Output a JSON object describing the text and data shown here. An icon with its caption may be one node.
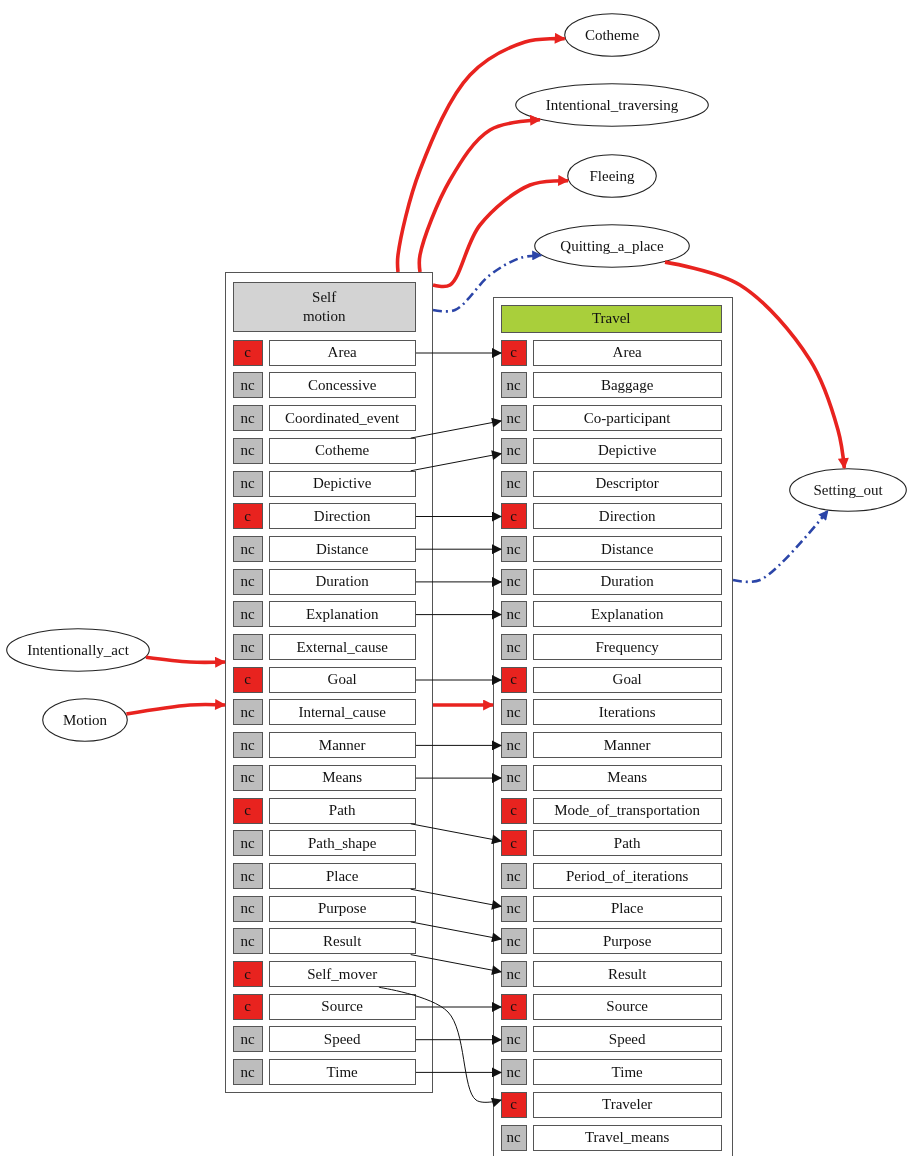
{
  "diagram": {
    "nodes": [
      {
        "text": [
          "Cotheme"
        ]
      },
      {
        "text": [
          "Intentional_traversing"
        ]
      },
      {
        "text": [
          "Fleeing"
        ]
      },
      {
        "text": [
          "Quitting_a_place"
        ]
      },
      {
        "text": [],
        "shape": "box"
      },
      {
        "text": [
          "Self motion"
        ],
        "in": 4
      },
      {
        "text": [
          "c"
        ],
        "in": 4
      },
      {
        "text": [
          "Area"
        ],
        "in": 4
      },
      {
        "text": [
          "nc"
        ],
        "in": 4
      },
      {
        "text": [
          "Concessive"
        ],
        "in": 4
      },
      {
        "text": [
          "nc"
        ],
        "in": 4
      },
      {
        "text": [
          "Coordinated_event"
        ],
        "in": 4
      },
      {
        "text": [
          "nc"
        ],
        "in": 4
      },
      {
        "text": [
          "Cotheme"
        ],
        "in": 4
      },
      {
        "text": [
          "nc"
        ],
        "in": 4
      },
      {
        "text": [
          "Depictive"
        ],
        "in": 4
      },
      {
        "text": [
          "c"
        ],
        "in": 4
      },
      {
        "text": [
          "Direction"
        ],
        "in": 4
      },
      {
        "text": [
          "nc"
        ],
        "in": 4
      },
      {
        "text": [
          "Distance"
        ],
        "in": 4
      },
      {
        "text": [
          "nc"
        ],
        "in": 4
      },
      {
        "text": [
          "Duration"
        ],
        "in": 4
      },
      {
        "text": [
          "nc"
        ],
        "in": 4
      },
      {
        "text": [
          "Explanation"
        ],
        "in": 4
      },
      {
        "text": [
          "nc"
        ],
        "in": 4
      },
      {
        "text": [
          "External_cause"
        ],
        "in": 4
      },
      {
        "text": [
          "c"
        ],
        "in": 4
      },
      {
        "text": [
          "Goal"
        ],
        "in": 4
      },
      {
        "text": [
          "nc"
        ],
        "in": 4
      },
      {
        "text": [
          "Internal_cause"
        ],
        "in": 4
      },
      {
        "text": [
          "nc"
        ],
        "in": 4
      },
      {
        "text": [
          "Manner"
        ],
        "in": 4
      },
      {
        "text": [
          "nc"
        ],
        "in": 4
      },
      {
        "text": [
          "Means"
        ],
        "in": 4
      },
      {
        "text": [
          "c"
        ],
        "in": 4
      },
      {
        "text": [
          "Path"
        ],
        "in": 4
      },
      {
        "text": [
          "nc"
        ],
        "in": 4
      },
      {
        "text": [
          "Path_shape"
        ],
        "in": 4
      },
      {
        "text": [
          "nc"
        ],
        "in": 4
      },
      {
        "text": [
          "Place"
        ],
        "in": 4
      },
      {
        "text": [
          "nc"
        ],
        "in": 4
      },
      {
        "text": [
          "Purpose"
        ],
        "in": 4
      },
      {
        "text": [
          "nc"
        ],
        "in": 4
      },
      {
        "text": [
          "Result"
        ],
        "in": 4
      },
      {
        "text": [
          "c"
        ],
        "in": 4
      },
      {
        "text": [
          "Self_mover"
        ],
        "in": 4
      },
      {
        "text": [
          "c"
        ],
        "in": 4
      },
      {
        "text": [
          "Source"
        ],
        "in": 4
      },
      {
        "text": [
          "nc"
        ],
        "in": 4
      },
      {
        "text": [
          "Speed"
        ],
        "in": 4
      },
      {
        "text": [
          "nc"
        ],
        "in": 4
      },
      {
        "text": [
          "Time"
        ],
        "in": 4
      },
      {
        "text": [],
        "shape": "box"
      },
      {
        "text": [
          "Travel"
        ],
        "in": 52
      },
      {
        "text": [
          "c"
        ],
        "in": 52
      },
      {
        "text": [
          "Area"
        ],
        "in": 52
      },
      {
        "text": [
          "nc"
        ],
        "in": 52
      },
      {
        "text": [
          "Baggage"
        ],
        "in": 52
      },
      {
        "text": [
          "nc"
        ],
        "in": 52
      },
      {
        "text": [
          "Co-participant"
        ],
        "in": 52
      },
      {
        "text": [
          "nc"
        ],
        "in": 52
      },
      {
        "text": [
          "Depictive"
        ],
        "in": 52
      },
      {
        "text": [
          "nc"
        ],
        "in": 52
      },
      {
        "text": [
          "Descriptor"
        ],
        "in": 52
      },
      {
        "text": [
          "c"
        ],
        "in": 52
      },
      {
        "text": [
          "Direction"
        ],
        "in": 52
      },
      {
        "text": [
          "nc"
        ],
        "in": 52
      },
      {
        "text": [
          "Distance"
        ],
        "in": 52
      },
      {
        "text": [
          "nc"
        ],
        "in": 52
      },
      {
        "text": [
          "Duration"
        ],
        "in": 52
      },
      {
        "text": [
          "nc"
        ],
        "in": 52
      },
      {
        "text": [
          "Explanation"
        ],
        "in": 52
      },
      {
        "text": [
          "nc"
        ],
        "in": 52
      },
      {
        "text": [
          "Frequency"
        ],
        "in": 52
      },
      {
        "text": [
          "c"
        ],
        "in": 52
      },
      {
        "text": [
          "Goal"
        ],
        "in": 52
      },
      {
        "text": [
          "nc"
        ],
        "in": 52
      },
      {
        "text": [
          "Iterations"
        ],
        "in": 52
      },
      {
        "text": [
          "nc"
        ],
        "in": 52
      },
      {
        "text": [
          "Manner"
        ],
        "in": 52
      },
      {
        "text": [
          "nc"
        ],
        "in": 52
      },
      {
        "text": [
          "Means"
        ],
        "in": 52
      },
      {
        "text": [
          "c"
        ],
        "in": 52
      },
      {
        "text": [
          "Mode_of_transportation"
        ],
        "in": 52
      },
      {
        "text": [
          "c"
        ],
        "in": 52
      },
      {
        "text": [
          "Path"
        ],
        "in": 52
      },
      {
        "text": [
          "nc"
        ],
        "in": 52
      },
      {
        "text": [
          "Period_of_iterations"
        ],
        "in": 52
      },
      {
        "text": [
          "nc"
        ],
        "in": 52
      },
      {
        "text": [
          "Place"
        ],
        "in": 52
      },
      {
        "text": [
          "nc"
        ],
        "in": 52
      },
      {
        "text": [
          "Purpose"
        ],
        "in": 52
      },
      {
        "text": [
          "nc"
        ],
        "in": 52
      },
      {
        "text": [
          "Result"
        ],
        "in": 52
      },
      {
        "text": [
          "c"
        ],
        "in": 52
      },
      {
        "text": [
          "Source"
        ],
        "in": 52
      },
      {
        "text": [
          "nc"
        ],
        "in": 52
      },
      {
        "text": [
          "Speed"
        ],
        "in": 52
      },
      {
        "text": [
          "nc"
        ],
        "in": 52
      },
      {
        "text": [
          "Time"
        ],
        "in": 52
      },
      {
        "text": [
          "c"
        ],
        "in": 52
      },
      {
        "text": [
          "Traveler"
        ],
        "in": 52
      },
      {
        "text": [
          "nc"
        ],
        "in": 52
      },
      {
        "text": [
          "Travel_means"
        ],
        "in": 52
      },
      {
        "text": [
          "Setting_out"
        ]
      },
      {
        "text": [
          "Intentionally_act"
        ]
      },
      {
        "text": [
          "Motion"
        ]
      }
    ],
    "edges": [
      {
        "from": 4,
        "to": 0,
        "arrow": "to",
        "style": "thick",
        "color": "#e8231f"
      },
      {
        "from": 4,
        "to": 1,
        "arrow": "to",
        "style": "thick",
        "color": "#e8231f"
      },
      {
        "from": 4,
        "to": 2,
        "arrow": "to",
        "style": "thick",
        "color": "#e8231f"
      },
      {
        "from": 4,
        "to": 3,
        "arrow": "to",
        "style": "dashed",
        "color": "#2b45a8"
      },
      {
        "from": 3,
        "to": 104,
        "arrow": "to",
        "style": "thick",
        "color": "#e8231f"
      },
      {
        "from": 52,
        "to": 104,
        "arrow": "to",
        "style": "dashed",
        "color": "#2b45a8"
      },
      {
        "from": 105,
        "to": 4,
        "arrow": "to",
        "style": "thick",
        "color": "#e8231f"
      },
      {
        "from": 106,
        "to": 4,
        "arrow": "to",
        "style": "thick",
        "color": "#e8231f"
      },
      {
        "from": 4,
        "to": 52,
        "arrow": "to",
        "style": "thick",
        "color": "#e8231f"
      },
      {
        "from": 7,
        "to": 54,
        "arrow": "to"
      },
      {
        "from": 13,
        "to": 58,
        "arrow": "to"
      },
      {
        "from": 15,
        "to": 60,
        "arrow": "to"
      },
      {
        "from": 17,
        "to": 64,
        "arrow": "to"
      },
      {
        "from": 19,
        "to": 66,
        "arrow": "to"
      },
      {
        "from": 21,
        "to": 68,
        "arrow": "to"
      },
      {
        "from": 23,
        "to": 70,
        "arrow": "to"
      },
      {
        "from": 27,
        "to": 74,
        "arrow": "to"
      },
      {
        "from": 31,
        "to": 78,
        "arrow": "to"
      },
      {
        "from": 33,
        "to": 80,
        "arrow": "to"
      },
      {
        "from": 35,
        "to": 84,
        "arrow": "to"
      },
      {
        "from": 39,
        "to": 88,
        "arrow": "to"
      },
      {
        "from": 41,
        "to": 90,
        "arrow": "to"
      },
      {
        "from": 43,
        "to": 92,
        "arrow": "to"
      },
      {
        "from": 45,
        "to": 100,
        "arrow": "to"
      },
      {
        "from": 47,
        "to": 94,
        "arrow": "to"
      },
      {
        "from": 49,
        "to": 96,
        "arrow": "to"
      },
      {
        "from": 51,
        "to": 98,
        "arrow": "to"
      }
    ]
  }
}
